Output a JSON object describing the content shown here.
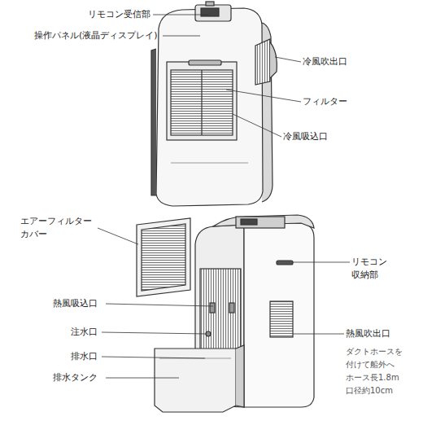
{
  "diagram": {
    "labels": [
      "リモコン受信部",
      "操作パネル(液晶ディスプレイ)",
      "冷風吹出口",
      "フィルター",
      "冷風吸込口",
      "エアーフィルター カバー",
      "リモコン 収納部",
      "熱風吸込口",
      "注水口",
      "熱風吹出口",
      "ダクトホースを 付けて船外へ ホース長1.8m 口径約10cm",
      "排水口",
      "排水タンク"
    ]
  }
}
